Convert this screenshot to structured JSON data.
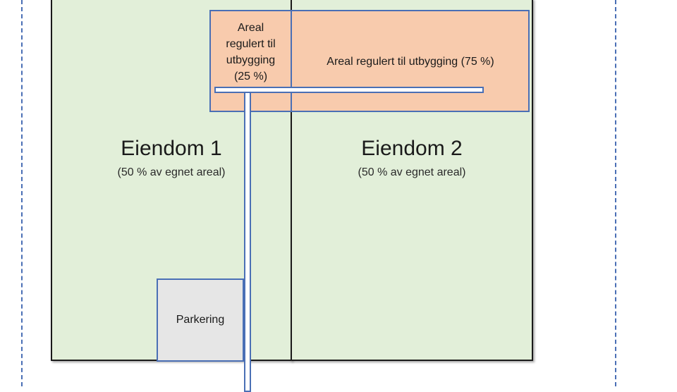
{
  "properties": [
    {
      "name": "Eiendom 1",
      "share": "(50 % av egnet areal)"
    },
    {
      "name": "Eiendom 2",
      "share": "(50 % av egnet areal)"
    }
  ],
  "development_area": {
    "left_label": "Areal regulert til utbygging (25 %)",
    "left_lines": [
      "Areal",
      "regulert til",
      "utbygging",
      "(25 %)"
    ],
    "right_label": "Areal regulert til utbygging (75 %)"
  },
  "parking": {
    "label": "Parkering"
  },
  "colors": {
    "property_fill": "#e2efd9",
    "development_fill": "#f8cbad",
    "parking_fill": "#e6e6e6",
    "boundary_blue": "#4a6fb5",
    "outline": "#1a1a1a"
  }
}
